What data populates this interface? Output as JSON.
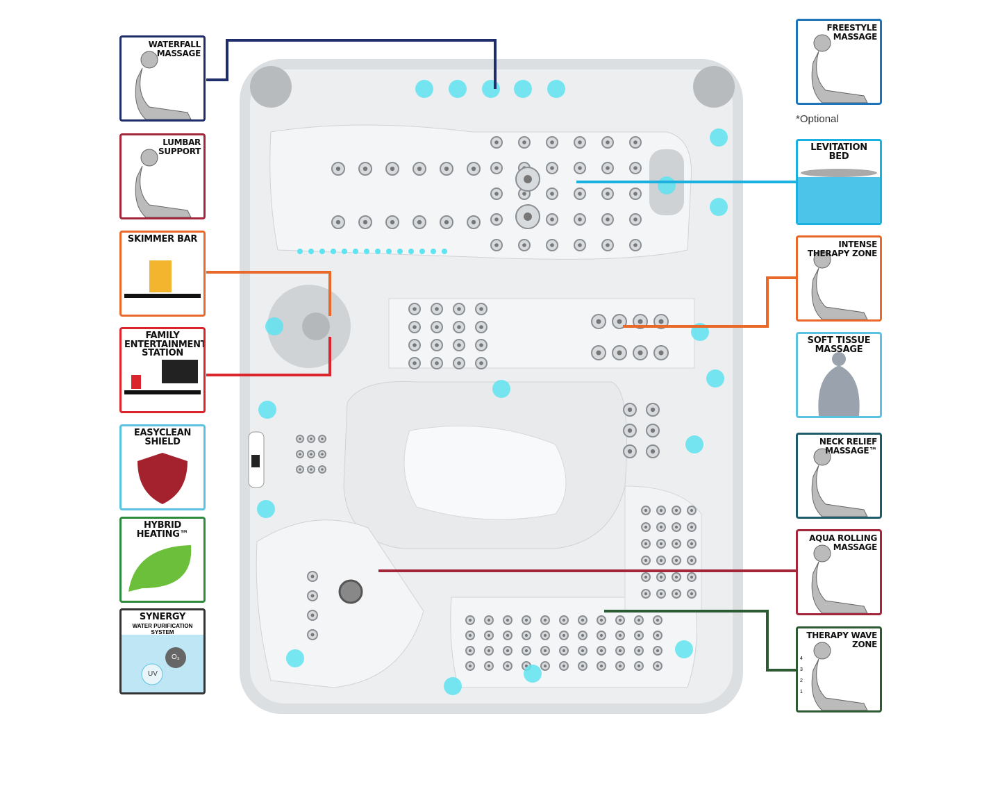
{
  "features_left": [
    {
      "id": "waterfall",
      "label": "WATERFALL MASSAGE",
      "color": "#1f2d6b",
      "icon": "waterfall-massage-icon"
    },
    {
      "id": "lumbar",
      "label": "LUMBAR SUPPORT",
      "color": "#a3263a",
      "icon": "lumbar-support-icon"
    },
    {
      "id": "skimmer",
      "label": "SKIMMER BAR",
      "color": "#e8692a",
      "icon": "drink-tray-icon"
    },
    {
      "id": "family",
      "label": "FAMILY ENTERTAINMENT STATION",
      "color": "#d9252b",
      "icon": "entertainment-tray-icon"
    },
    {
      "id": "easyclean",
      "label": "EASYCLEAN SHIELD",
      "color": "#5bc3e0",
      "icon": "shield-icon"
    },
    {
      "id": "hybrid",
      "label": "HYBRID HEATING™",
      "color": "#2e8a3c",
      "icon": "leaf-icon"
    },
    {
      "id": "synergy",
      "label": "SYNERGY",
      "sublabel": "WATER PURIFICATION SYSTEM",
      "color": "#333333",
      "icon": "water-splash-icon",
      "badges": [
        "O₃",
        "UV"
      ]
    }
  ],
  "features_right": [
    {
      "id": "freestyle",
      "label": "FREESTYLE MASSAGE",
      "color": "#1f75b8",
      "icon": "handheld-shower-icon",
      "note": "*Optional"
    },
    {
      "id": "levitation",
      "label": "LEVITATION BED",
      "color": "#1ab0e0",
      "icon": "levitation-bed-icon"
    },
    {
      "id": "intense",
      "label": "INTENSE THERAPY ZONE",
      "color": "#e8692a",
      "icon": "intense-therapy-icon"
    },
    {
      "id": "softtissue",
      "label": "SOFT TISSUE MASSAGE",
      "color": "#5bc3e0",
      "icon": "back-muscles-icon"
    },
    {
      "id": "neck",
      "label": "NECK RELIEF MASSAGE™",
      "color": "#1d5b6b",
      "icon": "neck-jets-icon"
    },
    {
      "id": "aqua",
      "label": "AQUA ROLLING MASSAGE",
      "color": "#a3263a",
      "icon": "rolling-arrow-icon"
    },
    {
      "id": "wave",
      "label": "THERAPY WAVE ZONE",
      "color": "#2d5a32",
      "icon": "wave-jets-icon",
      "levels": [
        "4",
        "3",
        "2",
        "1"
      ]
    }
  ],
  "tub": {
    "shell_color": "#e6e8ea",
    "light_color": "#5fe3f0"
  }
}
